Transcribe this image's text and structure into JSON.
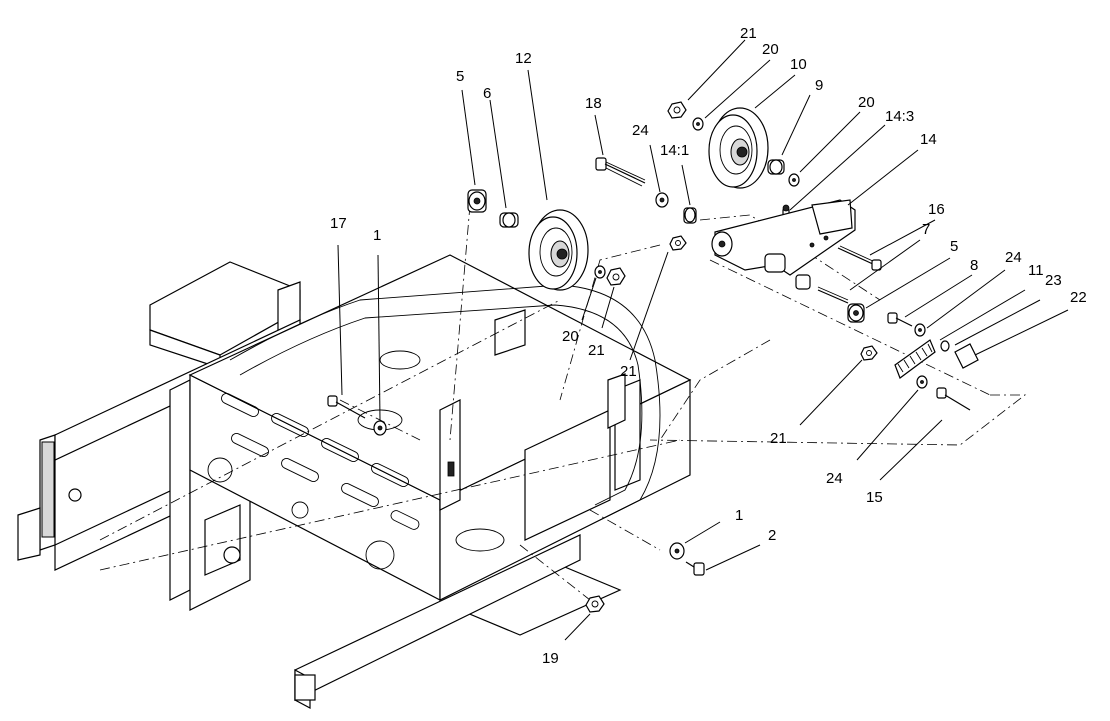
{
  "diagram": {
    "callouts": [
      {
        "id": "c21a",
        "label": "21"
      },
      {
        "id": "c20a",
        "label": "20"
      },
      {
        "id": "c10",
        "label": "10"
      },
      {
        "id": "c9",
        "label": "9"
      },
      {
        "id": "c20b",
        "label": "20"
      },
      {
        "id": "c14_3",
        "label": "14:3"
      },
      {
        "id": "c14",
        "label": "14"
      },
      {
        "id": "c18",
        "label": "18"
      },
      {
        "id": "c24a",
        "label": "24"
      },
      {
        "id": "c14_1",
        "label": "14:1"
      },
      {
        "id": "c5a",
        "label": "5"
      },
      {
        "id": "c6",
        "label": "6"
      },
      {
        "id": "c12",
        "label": "12"
      },
      {
        "id": "c16",
        "label": "16"
      },
      {
        "id": "c7",
        "label": "7"
      },
      {
        "id": "c5b",
        "label": "5"
      },
      {
        "id": "c8",
        "label": "8"
      },
      {
        "id": "c24b",
        "label": "24"
      },
      {
        "id": "c11",
        "label": "11"
      },
      {
        "id": "c23",
        "label": "23"
      },
      {
        "id": "c22",
        "label": "22"
      },
      {
        "id": "c17",
        "label": "17"
      },
      {
        "id": "c1a",
        "label": "1"
      },
      {
        "id": "c20c",
        "label": "20"
      },
      {
        "id": "c21b",
        "label": "21"
      },
      {
        "id": "c21c",
        "label": "21"
      },
      {
        "id": "c21d",
        "label": "21"
      },
      {
        "id": "c24c",
        "label": "24"
      },
      {
        "id": "c15",
        "label": "15"
      },
      {
        "id": "c1b",
        "label": "1"
      },
      {
        "id": "c2",
        "label": "2"
      },
      {
        "id": "c19",
        "label": "19"
      }
    ]
  }
}
